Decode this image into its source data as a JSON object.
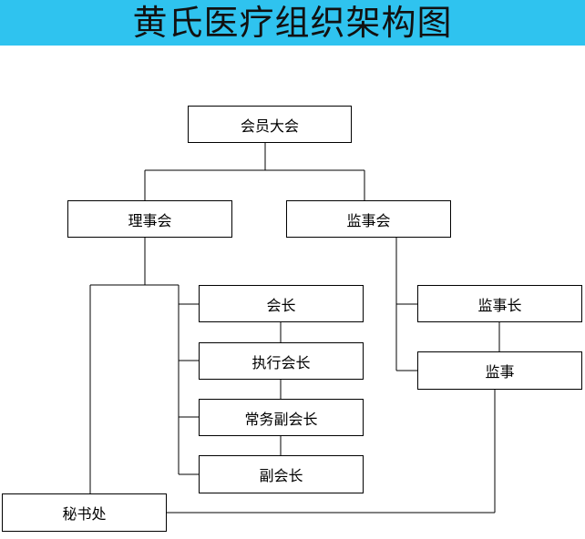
{
  "title": "黄氏医疗组织架构图",
  "colors": {
    "title_bar": "#2fc3ef",
    "box_border": "#000000",
    "line": "#000000"
  },
  "nodes": {
    "assembly": "会员大会",
    "board": "理事会",
    "supervisory_board": "监事会",
    "president": "会长",
    "executive_president": "执行会长",
    "standing_vice_president": "常务副会长",
    "vice_president": "副会长",
    "chief_supervisor": "监事长",
    "supervisor": "监事",
    "secretariat": "秘书处"
  }
}
